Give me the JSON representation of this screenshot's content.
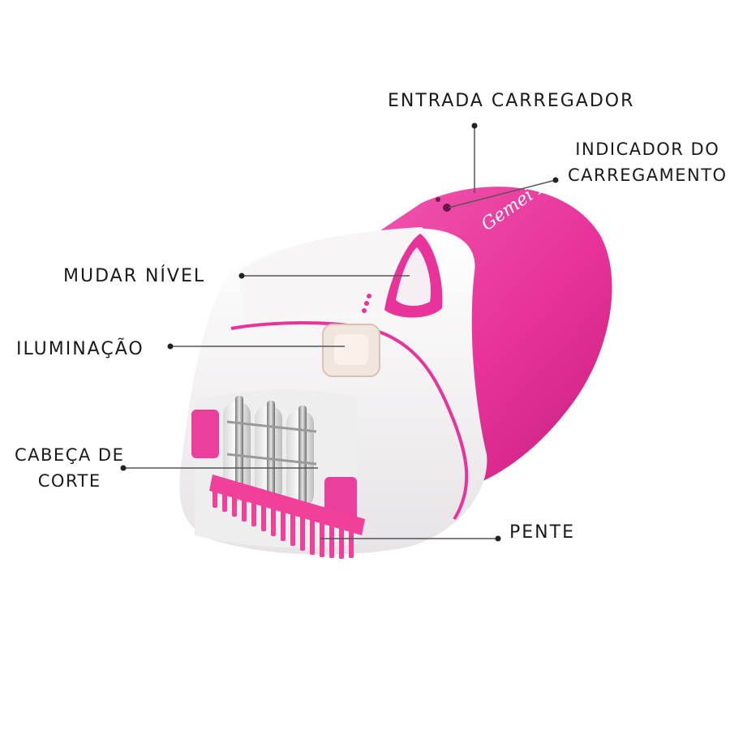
{
  "diagram": {
    "brand_text": "Gemei N",
    "colors": {
      "body_pink": "#e8339a",
      "body_pink_dark": "#c61f7d",
      "shell_white": "#f4f2f3",
      "comb_pink": "#f0409a",
      "leader_line": "#555555"
    },
    "labels": {
      "entrada_carregador": "ENTRADA CARREGADOR",
      "indicador_line1": "INDICADOR DO",
      "indicador_line2": "CARREGAMENTO",
      "mudar_nivel": "MUDAR NÍVEL",
      "iluminacao": "ILUMINAÇÃO",
      "cabeca_line1": "CABEÇA DE",
      "cabeca_line2": "CORTE",
      "pente": "PENTE"
    }
  }
}
